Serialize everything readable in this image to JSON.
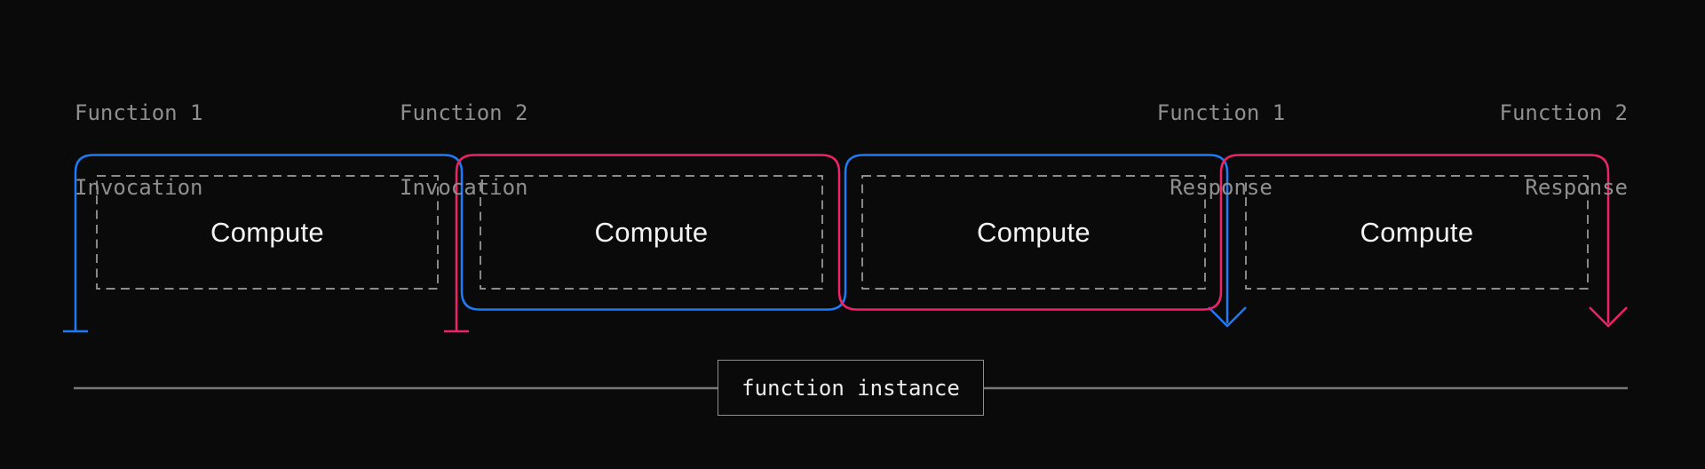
{
  "colors": {
    "background": "#0a0a0b",
    "function1": "#1e7bf5",
    "function2": "#f02268",
    "compute_border": "#9e9e9e",
    "compute_text": "#f4f4f4",
    "label_text": "#8f8f8f",
    "timeline": "#787878"
  },
  "header_labels": [
    {
      "line1": "Function 1",
      "line2": "Invocation"
    },
    {
      "line1": "Function 2",
      "line2": "Invocation"
    },
    {
      "line1": "Function 1",
      "line2": "Response"
    },
    {
      "line1": "Function 2",
      "line2": "Response"
    }
  ],
  "compute_boxes": [
    {
      "label": "Compute"
    },
    {
      "label": "Compute"
    },
    {
      "label": "Compute"
    },
    {
      "label": "Compute"
    }
  ],
  "timeline": {
    "label": "function instance"
  }
}
